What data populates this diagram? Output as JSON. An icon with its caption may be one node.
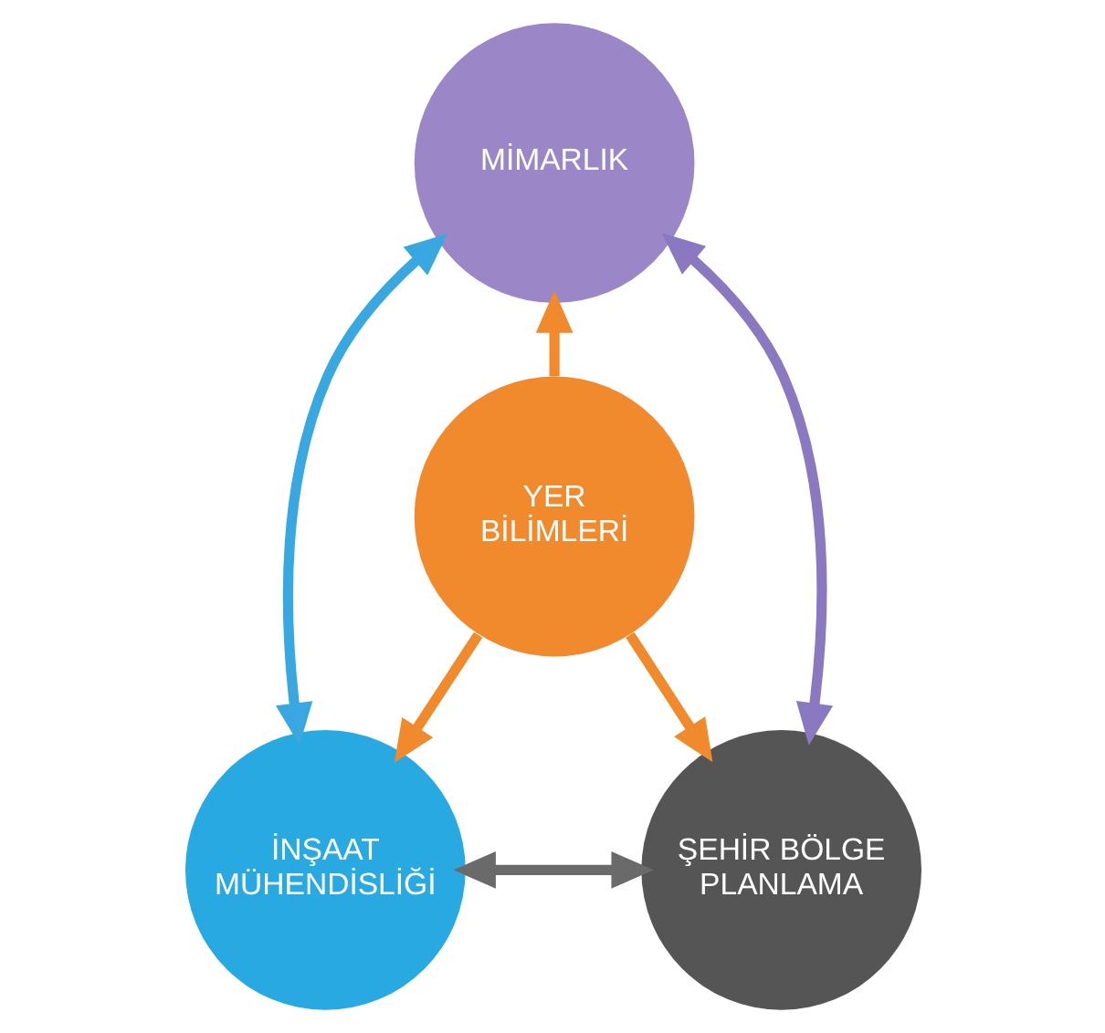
{
  "diagram": {
    "nodes": [
      {
        "text": [
          "MİMARLIK"
        ]
      },
      {
        "text": [
          "YER BİLİMLERİ"
        ]
      },
      {
        "text": [
          "İNŞAAT MÜHENDİSLİĞİ"
        ]
      },
      {
        "text": [
          "ŞEHİR BÖLGE PLANLAMA"
        ]
      }
    ],
    "edges": [
      {
        "from": 2,
        "to": 0,
        "arrow": "both",
        "color": "#3aa8e0"
      },
      {
        "from": 0,
        "to": 3,
        "arrow": "both",
        "color": "#8a78c0"
      },
      {
        "from": 2,
        "to": 3,
        "arrow": "both",
        "color": "#6a6a6a"
      },
      {
        "from": 1,
        "to": 0,
        "arrow": "to",
        "color": "#f08a2c"
      },
      {
        "from": 1,
        "to": 2,
        "arrow": "to",
        "color": "#f08a2c"
      },
      {
        "from": 1,
        "to": 3,
        "arrow": "to",
        "color": "#f08a2c"
      }
    ]
  }
}
